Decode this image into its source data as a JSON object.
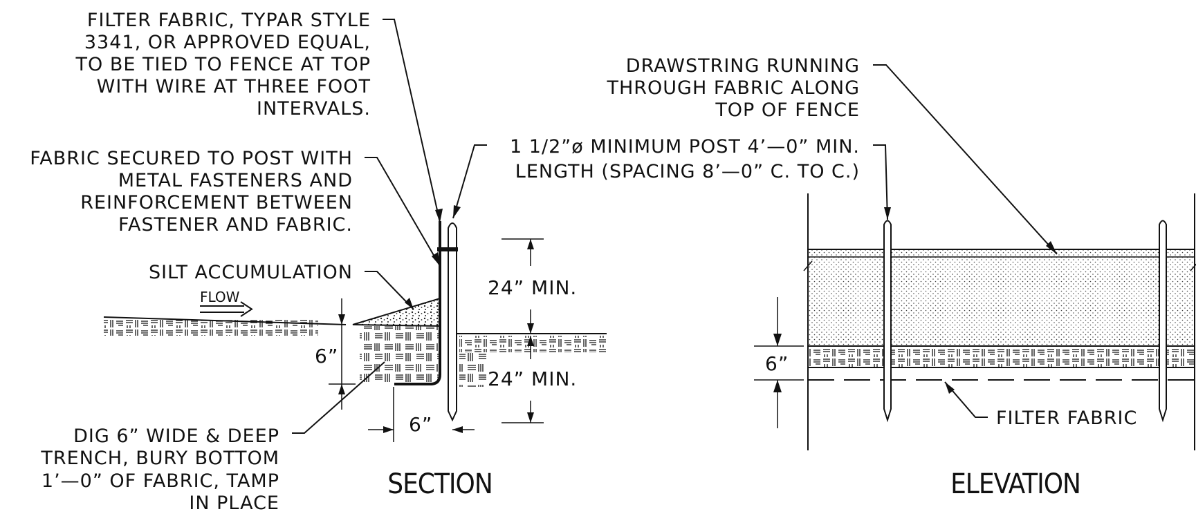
{
  "notes": {
    "filter_fabric": [
      "FILTER FABRIC, TYPAR STYLE",
      "3341, OR APPROVED EQUAL,",
      "TO BE TIED TO FENCE AT TOP",
      "WITH WIRE AT THREE FOOT",
      "INTERVALS."
    ],
    "fabric_secured": [
      "FABRIC SECURED TO POST WITH",
      "METAL FASTENERS AND",
      "REINFORCEMENT BETWEEN",
      "FASTENER AND FABRIC."
    ],
    "silt": [
      "SILT ACCUMULATION"
    ],
    "flow": "FLOW",
    "dig_trench": [
      "DIG 6” WIDE & DEEP",
      "TRENCH, BURY BOTTOM",
      "1’—0” OF FABRIC, TAMP",
      "IN PLACE"
    ],
    "post": [
      "1 1/2”ø MINIMUM POST 4’—0” MIN.",
      "LENGTH (SPACING 8’—0” C. TO C.)"
    ],
    "drawstring": [
      "DRAWSTRING RUNNING",
      "THROUGH FABRIC ALONG",
      "TOP OF FENCE"
    ],
    "filter_fabric_elev": "FILTER FABRIC"
  },
  "dimensions": {
    "above_grade": "24” MIN.",
    "below_grade": "24” MIN.",
    "trench_depth": "6”",
    "trench_width": "6”",
    "elev_depth": "6”"
  },
  "titles": {
    "section": "SECTION",
    "elevation": "ELEVATION"
  }
}
